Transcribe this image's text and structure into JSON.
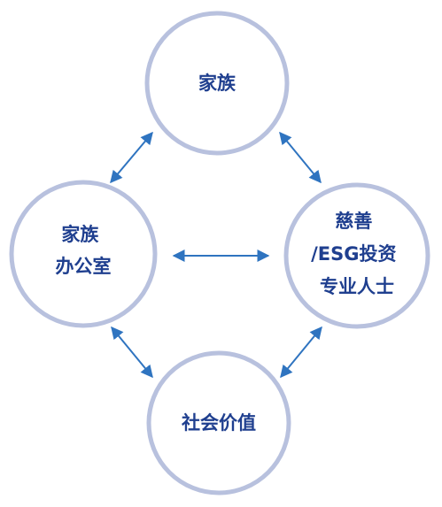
{
  "diagram": {
    "nodes": {
      "top": {
        "lines": [
          "家族"
        ]
      },
      "left": {
        "lines": [
          "家族",
          "办公室"
        ]
      },
      "right": {
        "lines": [
          "慈善",
          "/ESG投资",
          "专业人士"
        ]
      },
      "bottom": {
        "lines": [
          "社会价值"
        ]
      }
    },
    "edges": [
      {
        "from": "top",
        "to": "left",
        "style": "bidirectional-arrow"
      },
      {
        "from": "top",
        "to": "right",
        "style": "bidirectional-arrow"
      },
      {
        "from": "left",
        "to": "right",
        "style": "bidirectional-arrow"
      },
      {
        "from": "left",
        "to": "bottom",
        "style": "bidirectional-arrow"
      },
      {
        "from": "right",
        "to": "bottom",
        "style": "bidirectional-arrow"
      }
    ],
    "colors": {
      "circle_stroke": "#b8c1de",
      "circle_fill": "#ffffff",
      "text": "#1f3f8f",
      "arrow": "#2f74c0",
      "background": "#ffffff"
    }
  }
}
